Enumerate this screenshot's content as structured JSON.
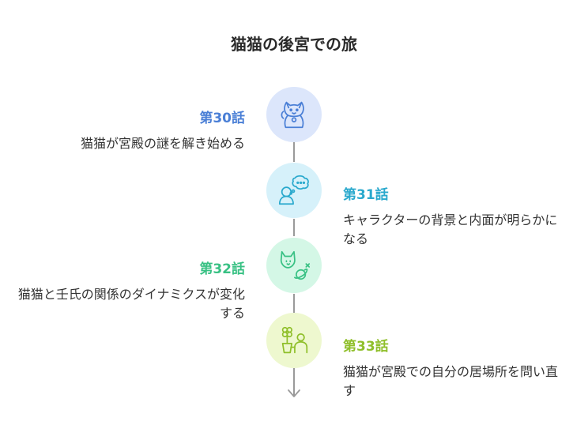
{
  "title": "猫猫の後宮での旅",
  "colors": {
    "line": "#9a9a9a",
    "ep30": {
      "accent": "#4a7fd6",
      "fill": "#dce6fb"
    },
    "ep31": {
      "accent": "#2aa9cd",
      "fill": "#d6f1fa"
    },
    "ep32": {
      "accent": "#39c184",
      "fill": "#d4f7e6"
    },
    "ep33": {
      "accent": "#8fbf2a",
      "fill": "#eef8cf"
    }
  },
  "episodes": [
    {
      "label": "第30話",
      "description": "猫猫が宮殿の謎を解き始める",
      "icon": "lucky-cat-icon"
    },
    {
      "label": "第31話",
      "description": "キャラクターの背景と内面が明らかになる",
      "icon": "person-thinking-icon"
    },
    {
      "label": "第32話",
      "description": "猫猫と壬氏の関係のダイナミクスが変化する",
      "icon": "cat-and-planet-icon"
    },
    {
      "label": "第33話",
      "description": "猫猫が宮殿での自分の居場所を問い直す",
      "icon": "person-with-flower-icon"
    }
  ]
}
